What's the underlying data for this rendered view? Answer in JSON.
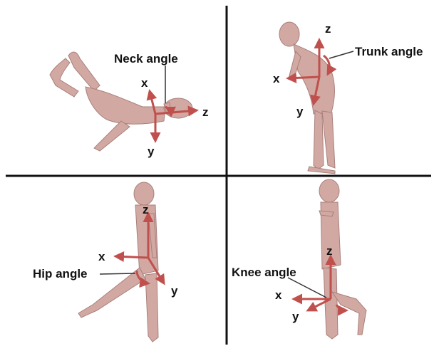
{
  "colors": {
    "background": "#ffffff",
    "divider": "#111111",
    "arrow": "#c0504d",
    "figure_skin": "#d2a8a2",
    "figure_shadow": "#a8807c",
    "leader_line": "#333333"
  },
  "panels": [
    {
      "id": "neck",
      "label": "Neck angle",
      "axes": [
        "x",
        "y",
        "z"
      ],
      "pose": "supine-lying"
    },
    {
      "id": "trunk",
      "label": "Trunk angle",
      "axes": [
        "z",
        "x",
        "y"
      ],
      "pose": "standing-bent-forward"
    },
    {
      "id": "hip",
      "label": "Hip angle",
      "axes": [
        "z",
        "x",
        "y"
      ],
      "pose": "standing-leg-raised-forward"
    },
    {
      "id": "knee",
      "label": "Knee angle",
      "axes": [
        "z",
        "x",
        "y"
      ],
      "pose": "standing-knee-flexed-back"
    }
  ]
}
